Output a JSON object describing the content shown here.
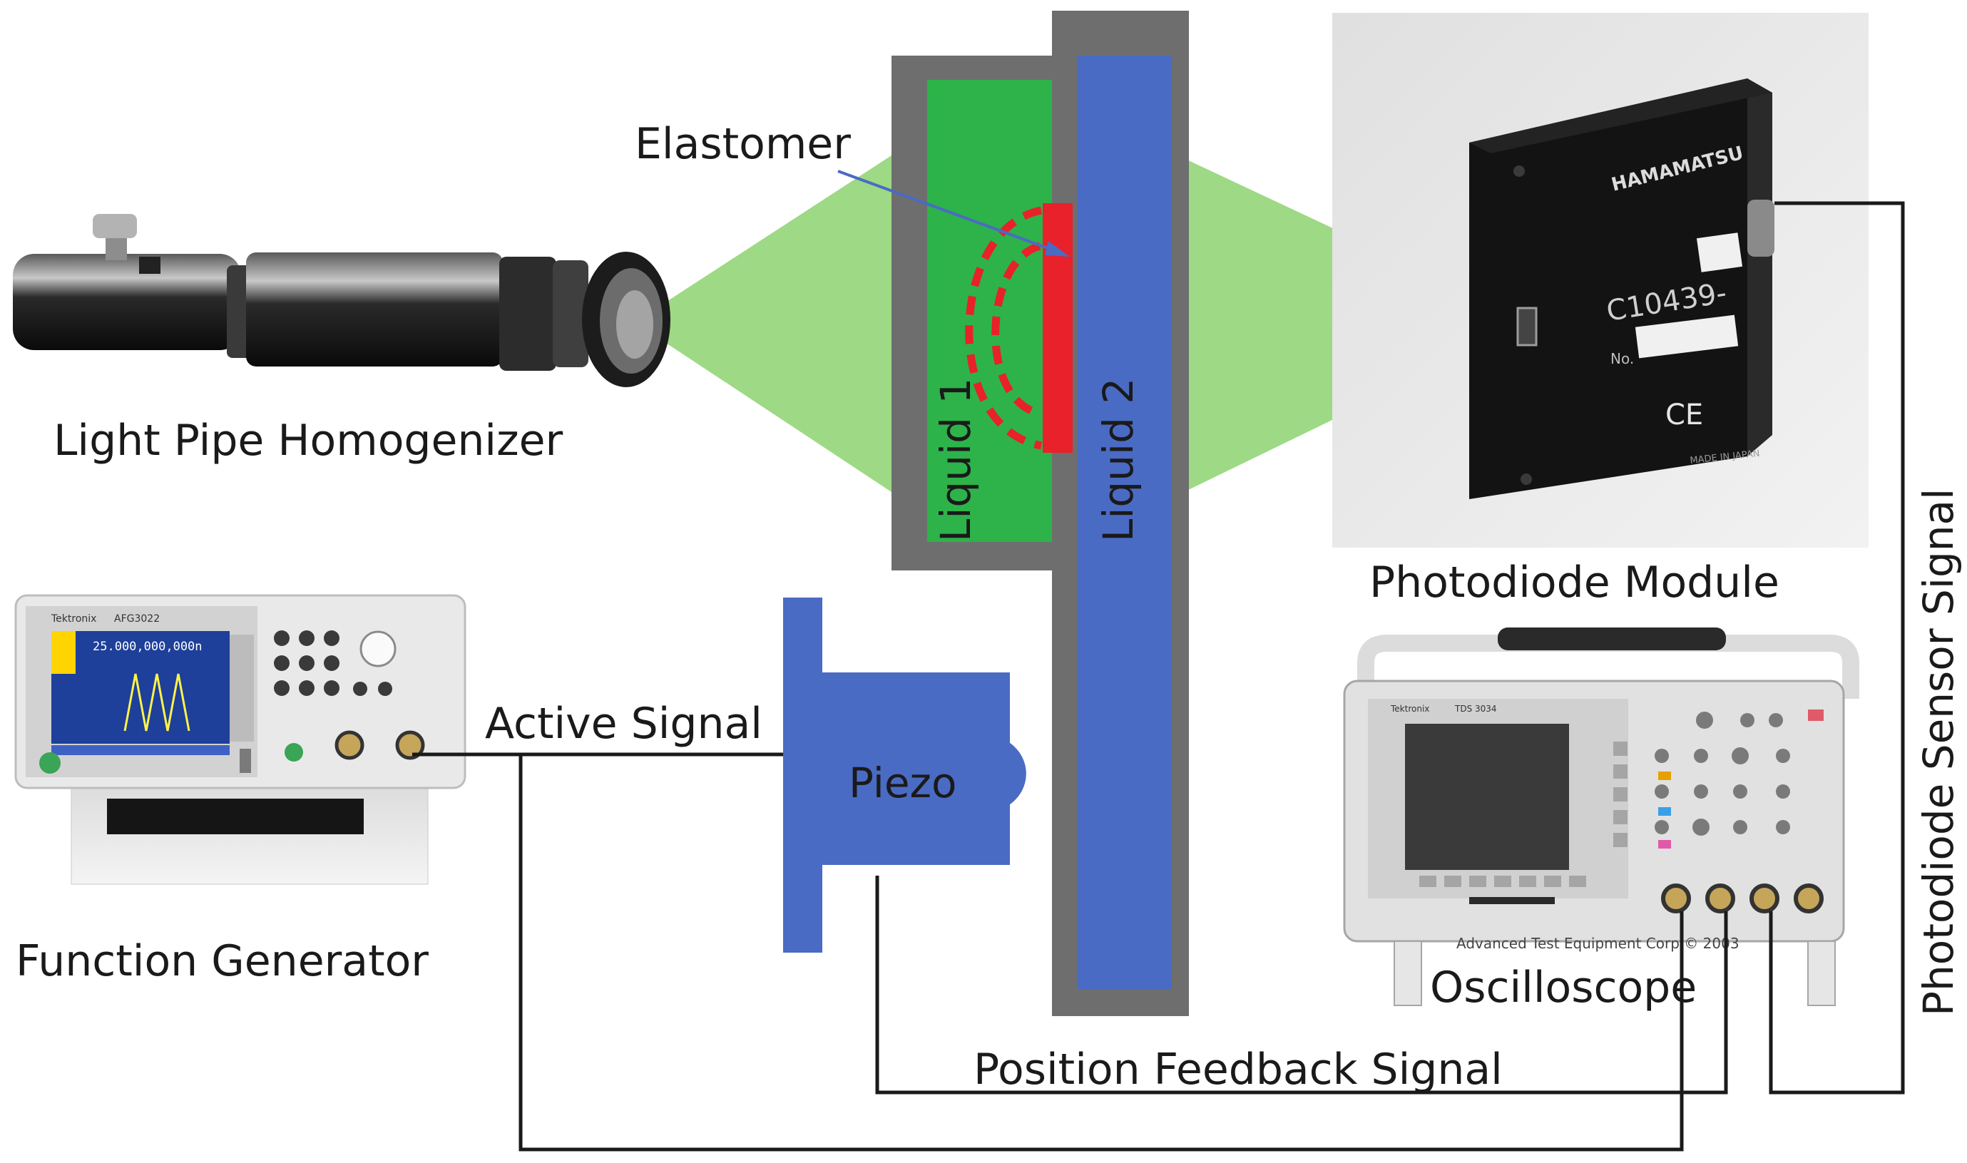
{
  "labels": {
    "elastomer": "Elastomer",
    "light_pipe": "Light Pipe Homogenizer",
    "liquid1": "Liquid 1",
    "liquid2": "Liquid 2",
    "photodiode_module": "Photodiode Module",
    "function_generator": "Function Generator",
    "active_signal": "Active Signal",
    "piezo": "Piezo",
    "oscilloscope": "Oscilloscope",
    "position_feedback": "Position Feedback Signal",
    "photodiode_sensor": "Photodiode Sensor Signal"
  },
  "device_text": {
    "hamamatsu": "HAMAMATSU",
    "photodiode_model": "C10439-",
    "photodiode_no": "No.",
    "ce_mark": "CE",
    "made_in": "MADE IN JAPAN",
    "fg_brand": "Tektronix",
    "fg_model": "AFG3022",
    "fg_readout": "25.000,000,000n",
    "scope_brand": "Tektronix",
    "scope_model": "TDS 3034",
    "scope_footer": "Advanced Test Equipment Corp © 2003"
  },
  "colors": {
    "light_beam": "#9ed985",
    "liquid1": "#2db34a",
    "liquid2": "#4a6bc4",
    "container": "#6e6e6e",
    "elastomer": "#e8212a",
    "piezo": "#4a6bc4",
    "wire": "#1a1a1a"
  }
}
